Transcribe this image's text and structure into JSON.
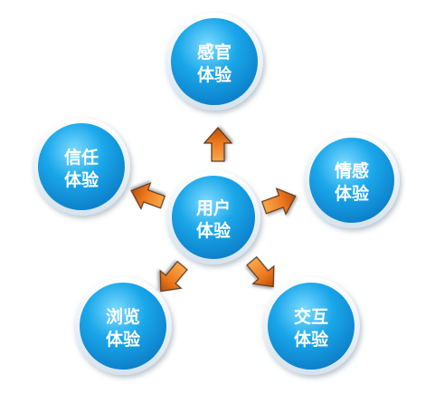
{
  "colors": {
    "node_fill_light": "#7fdcff",
    "node_fill_main": "#1aa7ea",
    "node_fill_dark": "#0a79c4",
    "node_ring": "#eef4f9",
    "arrow_light": "#f59a3c",
    "arrow_dark": "#c3560d",
    "arrow_outline": "#5a3a24",
    "label_color": "#ffffff"
  },
  "center": {
    "line1": "用户",
    "line2": "体验"
  },
  "nodes": [
    {
      "id": "sensory",
      "line1": "感官",
      "line2": "体验"
    },
    {
      "id": "emotion",
      "line1": "情感",
      "line2": "体验"
    },
    {
      "id": "interaction",
      "line1": "交互",
      "line2": "体验"
    },
    {
      "id": "browse",
      "line1": "浏览",
      "line2": "体验"
    },
    {
      "id": "trust",
      "line1": "信任",
      "line2": "体验"
    }
  ]
}
